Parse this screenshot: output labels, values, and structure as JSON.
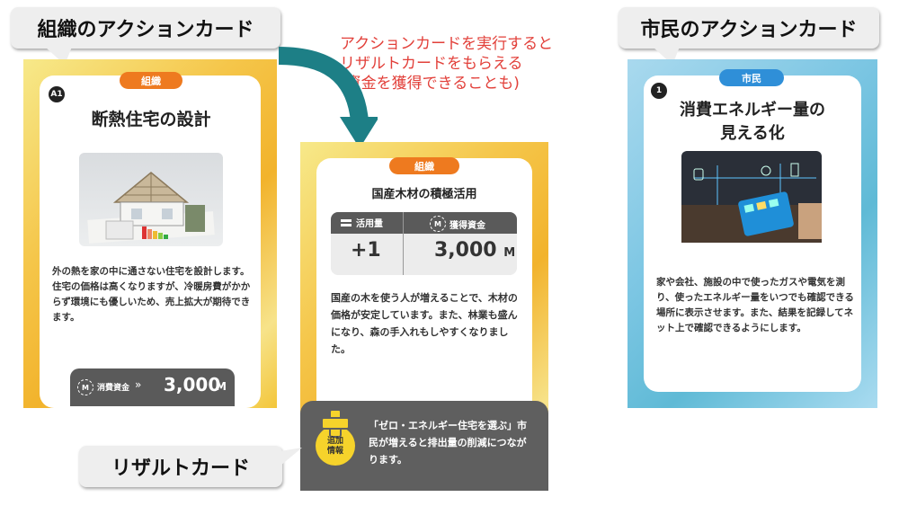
{
  "callouts": {
    "org_card": "組織のアクションカード",
    "citizen_card": "市民のアクションカード",
    "result_card": "リザルトカード"
  },
  "annotation": {
    "line1": "アクションカードを実行すると",
    "line2": "リザルトカードをもらえる",
    "line3": "(資金を獲得できることも)"
  },
  "org_action_card": {
    "tag": "組織",
    "number": "A1",
    "title": "断熱住宅の設計",
    "description": "外の熱を家の中に通さない住宅を設計します。住宅の価格は高くなりますが、冷暖房費がかからず環境にも優しいため、売上拡大が期待できます。",
    "cost_label": "消費資金",
    "cost_arrow": "»",
    "cost_value": "3,000",
    "cost_unit": "M",
    "coin_glyph": "M"
  },
  "result_card": {
    "tag": "組織",
    "title": "国産木材の積極活用",
    "stat1_label": "活用量",
    "stat1_value": "+1",
    "stat2_label": "獲得資金",
    "stat2_value": "3,000",
    "stat2_unit": "M",
    "coin_glyph": "M",
    "description": "国産の木を使う人が増えることで、木材の価格が安定しています。また、林業も盛んになり、森の手入れもしやすくなりました。",
    "bonus_badge": "追加情報",
    "bonus_badge_top": "追加",
    "bonus_badge_bottom": "情報",
    "bonus_text": "「ゼロ・エネルギー住宅を選ぶ」市民が増えると排出量の削減につながります。"
  },
  "citizen_action_card": {
    "tag": "市民",
    "number": "1",
    "title_line1": "消費エネルギー量の",
    "title_line2": "見える化",
    "description": "家や会社、施設の中で使ったガスや電気を測り、使ったエネルギー量をいつでも確認できる場所に表示させます。また、結果を記録してネット上で確認できるようにします。"
  },
  "colors": {
    "org_orange": "#ee7a1f",
    "citizen_blue": "#2f8fd8",
    "arrow_teal": "#1d7f86",
    "annotation_red": "#e2403a",
    "dark_gray": "#5a5a5a"
  }
}
